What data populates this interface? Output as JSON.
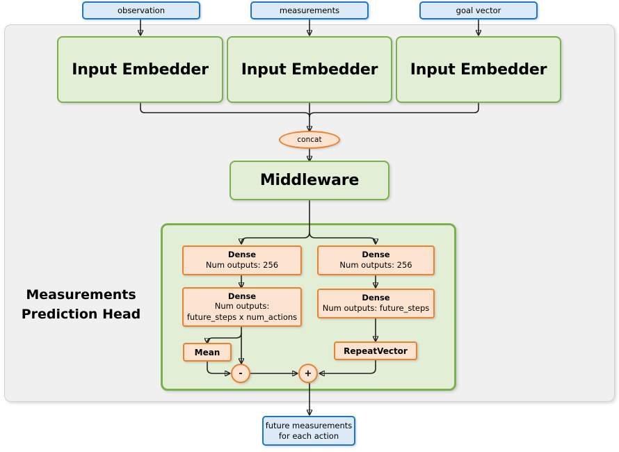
{
  "diagram": {
    "title_label": "Measurements\nPrediction Head",
    "title_line1": "Measurements",
    "title_line2": "Prediction Head",
    "colors": {
      "input_box_fill": "#dce9f7",
      "input_box_border": "#1a77c4",
      "green_fill": "#e2eed6",
      "green_border": "#77b348",
      "orange_fill": "#fbe3d0",
      "orange_border": "#ef7f29",
      "container_fill": "#f0f0f0",
      "container_border": "#cfcfcf",
      "edge": "#231f20"
    }
  },
  "inputs": [
    {
      "label": "observation"
    },
    {
      "label": "measurements"
    },
    {
      "label": "goal vector"
    }
  ],
  "embedders": [
    {
      "label": "Input Embedder"
    },
    {
      "label": "Input Embedder"
    },
    {
      "label": "Input Embedder"
    }
  ],
  "concat": {
    "label": "concat"
  },
  "middleware": {
    "label": "Middleware"
  },
  "head": {
    "left_branch": {
      "dense1": {
        "title": "Dense",
        "sub1": "Num outputs: 256"
      },
      "dense2": {
        "title": "Dense",
        "sub1": "Num outputs:",
        "sub2": "future_steps x num_actions"
      },
      "mean": {
        "label": "Mean"
      }
    },
    "right_branch": {
      "dense1": {
        "title": "Dense",
        "sub1": "Num outputs: 256"
      },
      "dense2": {
        "title": "Dense",
        "sub1": "Num outputs: future_steps"
      },
      "repeat_vector": {
        "label": "RepeatVector"
      }
    },
    "ops": [
      {
        "symbol": "-",
        "name": "subtract"
      },
      {
        "symbol": "+",
        "name": "add"
      }
    ]
  },
  "output": {
    "line1": "future measurements",
    "line2": "for each action"
  }
}
